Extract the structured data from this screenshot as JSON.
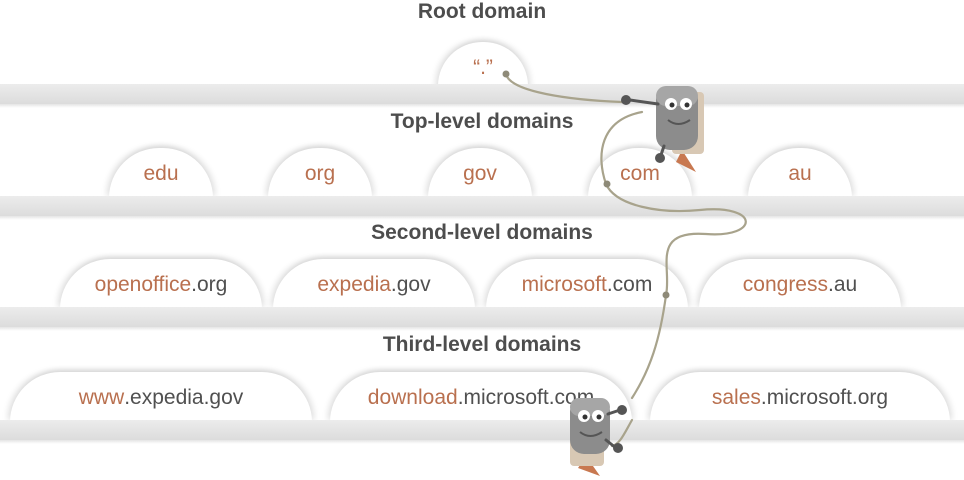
{
  "levels": {
    "root": {
      "title": "Root domain",
      "node": "“.”"
    },
    "top": {
      "title": "Top-level domains",
      "items": [
        "edu",
        "org",
        "gov",
        "com",
        "au"
      ]
    },
    "second": {
      "title": "Second-level domains",
      "items": [
        {
          "name": "openoffice",
          "suffix": ".org"
        },
        {
          "name": "expedia",
          "suffix": ".gov"
        },
        {
          "name": "microsoft",
          "suffix": ".com"
        },
        {
          "name": "congress",
          "suffix": ".au"
        }
      ]
    },
    "third": {
      "title": "Third-level domains",
      "items": [
        {
          "name": "www",
          "suffix": ".expedia.gov"
        },
        {
          "name": "download",
          "suffix": ".microsoft.com"
        },
        {
          "name": "sales",
          "suffix": ".microsoft.org"
        }
      ]
    }
  },
  "colors": {
    "highlight": "#b9704f",
    "text": "#505050",
    "title": "#4d4d4d",
    "shelf": "#e3e3e3",
    "rope": "#a8a38c",
    "robot_body": "#8c8c8c",
    "robot_pack": "#d8c8b4",
    "flame": "#c87850"
  },
  "icons": [
    "robot-climber-icon",
    "rope-icon",
    "jetpack-flame-icon"
  ]
}
